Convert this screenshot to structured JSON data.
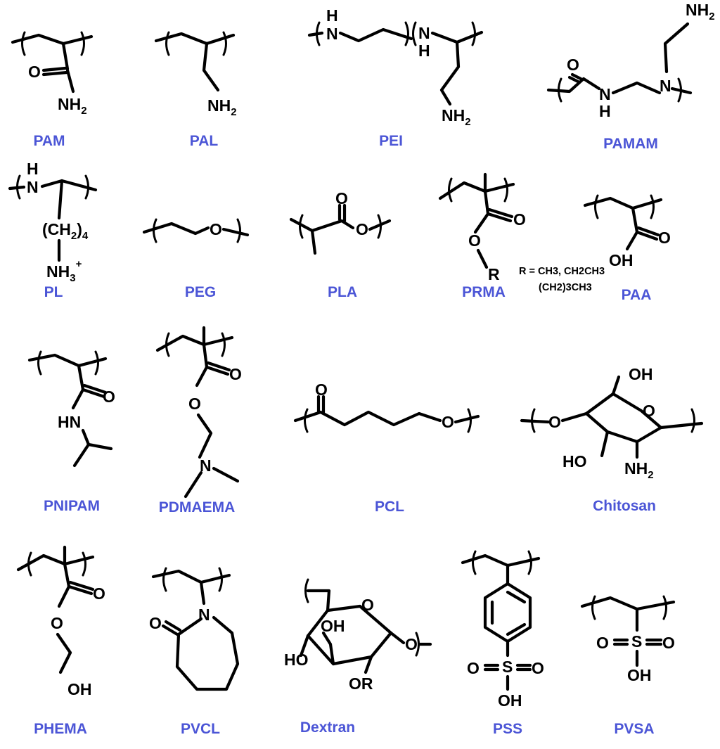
{
  "colors": {
    "label": "#4b55d6",
    "structure": "#000000"
  },
  "labels": {
    "pam": "PAM",
    "pal": "PAL",
    "pei": "PEI",
    "pamam": "PAMAM",
    "pl": "PL",
    "peg": "PEG",
    "pla": "PLA",
    "prma": "PRMA",
    "paa": "PAA",
    "pnipam": "PNIPAM",
    "pdmaema": "PDMAEMA",
    "pcl": "PCL",
    "chitosan": "Chitosan",
    "phema": "PHEMA",
    "pvcl": "PVCL",
    "dextran": "Dextran",
    "pss": "PSS",
    "pvsa": "PVSA"
  },
  "atoms": {
    "o": "O",
    "n": "N",
    "h": "H",
    "s": "S",
    "r": "R",
    "nh": "NH",
    "hn": "HN",
    "oh": "OH",
    "ho": "HO",
    "or": "OR",
    "nh_sub": "NH",
    "two": "2",
    "three": "3",
    "four": "4",
    "plus": "+",
    "ch2_open": "(CH",
    "ch2_close": ")"
  },
  "notes": {
    "prma_r_line1": "R = CH3, CH2CH3",
    "prma_r_line2": "(CH2)3CH3"
  }
}
